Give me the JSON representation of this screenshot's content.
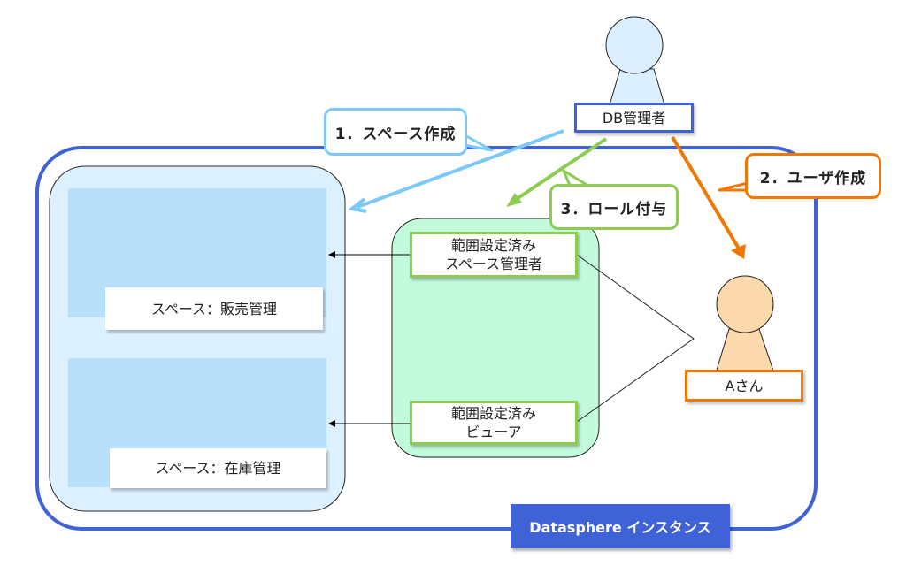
{
  "colors": {
    "instance_border": "#3f63d6",
    "space_callout": "#7cc8f8",
    "user_callout": "#f07800",
    "role_callout": "#8ccc50",
    "admin_fill": "#dcefff",
    "user_fill": "#fbd9ad",
    "space_container_fill": "#dcf0ff",
    "space_block_fill": "#b8e0fb",
    "role_container_fill": "#c2fadb"
  },
  "actors": {
    "db_admin": {
      "icon": "person-icon",
      "label": "DB管理者"
    },
    "user_a": {
      "icon": "person-icon",
      "label": "Aさん"
    }
  },
  "callouts": {
    "step1": "1．スペース作成",
    "step2": "2．ユーザ作成",
    "step3": "3．ロール付与"
  },
  "spaces": [
    {
      "label": "スペース：販売管理"
    },
    {
      "label": "スペース：在庫管理"
    }
  ],
  "roles": [
    {
      "line1": "範囲設定済み",
      "line2": "スペース管理者"
    },
    {
      "line1": "範囲設定済み",
      "line2": "ビューア"
    }
  ],
  "instance_label": "Datasphere インスタンス"
}
